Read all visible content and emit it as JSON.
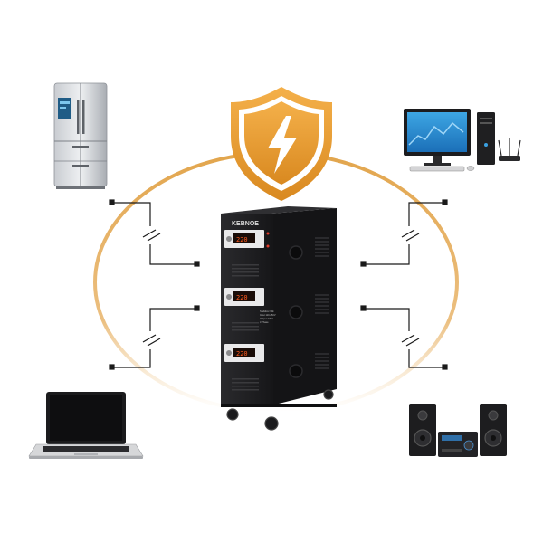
{
  "brand": {
    "logo_text": "KEBNOE"
  },
  "stabilizer": {
    "panels": [
      {
        "display": "220"
      },
      {
        "display": "220"
      },
      {
        "display": "220"
      }
    ],
    "label_lines": [
      "Stabilizer 60k",
      "Input 110-250V",
      "Output 220V",
      "3 Phase"
    ]
  },
  "colors": {
    "ring": "#e2a54c",
    "shield_outer": "#e89a2e",
    "shield_inner": "#ffffff",
    "cabinet": "#1e1e20",
    "switch_line": "#1a1a1a",
    "lcd": "#ff5a1f"
  },
  "icons": {
    "shield": "lightning-shield-icon",
    "fridge": "refrigerator-icon",
    "computer": "desktop-computer-icon",
    "laptop": "laptop-icon",
    "speakers": "audio-system-icon"
  }
}
